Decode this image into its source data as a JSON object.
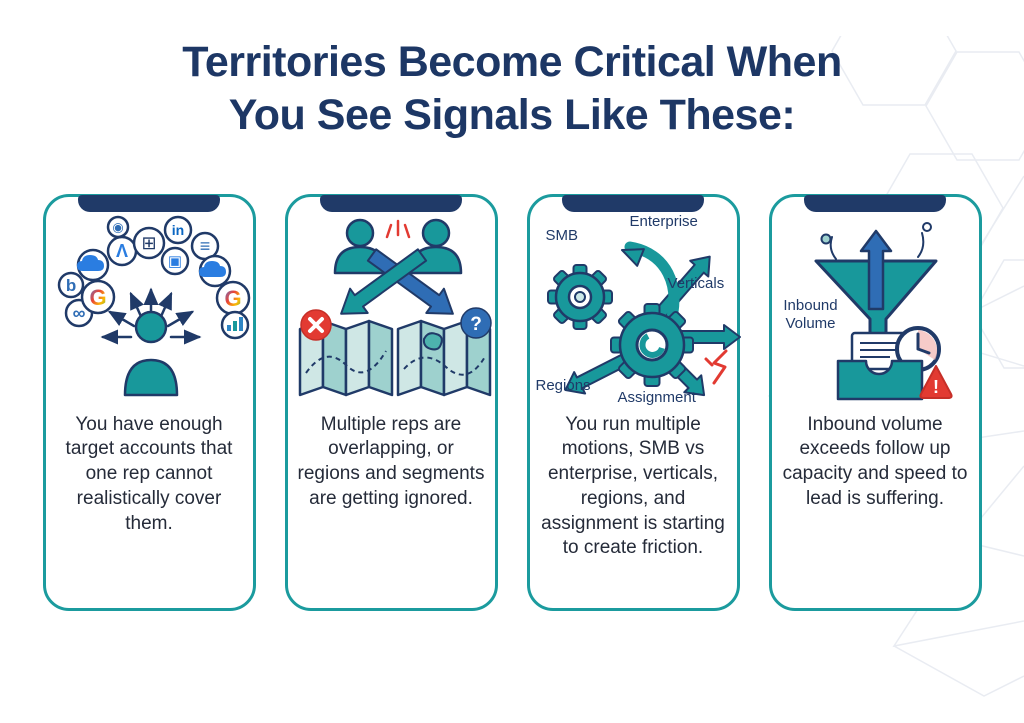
{
  "title": {
    "line1": "Territories Become Critical When",
    "line2": "You See Signals Like These:"
  },
  "cards": [
    {
      "name": "enough-target-accounts",
      "icon": "prospect-logo-cloud-icon",
      "description": "You have enough target accounts that one rep cannot realistically cover them.",
      "glyphs": {
        "infinity": "∞",
        "letter_b": "b",
        "google_g": "G",
        "azure_a": "Λ",
        "dot_gear": "◉",
        "grid": "⊞",
        "linkedin": "in",
        "doc": "▣",
        "list": "≡"
      }
    },
    {
      "name": "overlapping-reps",
      "icon": "conflicting-maps-icon",
      "description": "Multiple reps are overlapping, or regions and segments are getting ignored.",
      "badges": {
        "question": "?"
      }
    },
    {
      "name": "multiple-motions",
      "icon": "gears-motions-icon",
      "description": "You run multiple motions, SMB vs enterprise, verticals, regions, and assignment is starting to create friction.",
      "labels": {
        "smb": "SMB",
        "enterprise": "Enterprise",
        "verticals": "Verticals",
        "regions": "Regions",
        "assignment": "Assignment"
      }
    },
    {
      "name": "inbound-overflow",
      "icon": "funnel-overflow-icon",
      "description": "Inbound volume exceeds follow up capacity and speed to lead is suffering.",
      "labels": {
        "inbound_volume": "Inbound Volume"
      },
      "badges": {
        "warning": "!"
      }
    }
  ],
  "colors": {
    "title_navy": "#1d3765",
    "navy_outline": "#203a68",
    "teal": "#18989b",
    "teal_border": "#1b9b9e",
    "blue_arrow": "#2f6db5",
    "red": "#e23a32",
    "linkedin_blue": "#0a66c2",
    "body_text": "#252b39",
    "pattern_gray": "#e9ecf2"
  }
}
